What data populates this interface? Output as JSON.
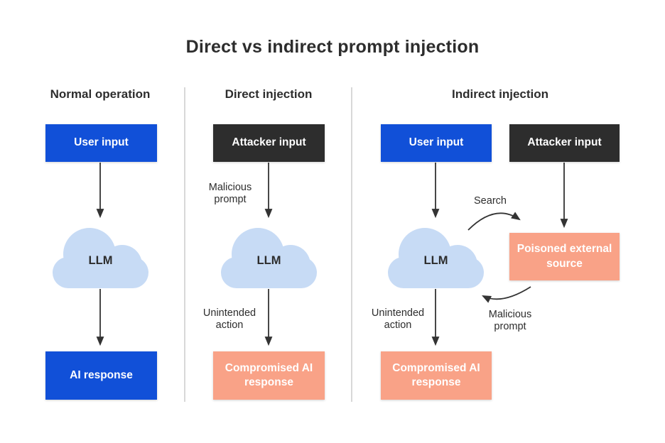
{
  "title": "Direct vs indirect prompt injection",
  "colors": {
    "user_input_box": "#1150d8",
    "attacker_input_box": "#2d2d2d",
    "compromised_box": "#f9a287",
    "llm_cloud": "#c7dbf5",
    "arrow": "#333333",
    "divider": "#d8d8d8",
    "text_dark": "#2d2d2d",
    "text_light": "#ffffff"
  },
  "columns": [
    {
      "header": "Normal operation",
      "input_label": "User input",
      "llm_label": "LLM",
      "output_label": "AI response"
    },
    {
      "header": "Direct injection",
      "input_label": "Attacker input",
      "llm_label": "LLM",
      "arrow_in_label": "Malicious prompt",
      "arrow_out_label": "Unintended action",
      "output_label": "Compromised AI response"
    },
    {
      "header": "Indirect injection",
      "user_input_label": "User input",
      "attacker_input_label": "Attacker input",
      "llm_label": "LLM",
      "poisoned_label": "Poisoned external source",
      "search_label": "Search",
      "malicious_label": "Malicious prompt",
      "unintended_label": "Unintended action",
      "output_label": "Compromised AI response"
    }
  ]
}
